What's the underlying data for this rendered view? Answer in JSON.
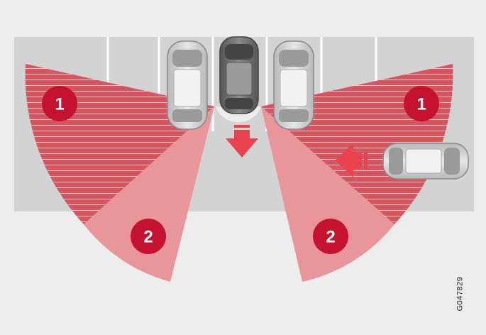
{
  "zones": [
    {
      "id": "zone-1-left",
      "label": "1"
    },
    {
      "id": "zone-1-right",
      "label": "1"
    },
    {
      "id": "zone-2-left",
      "label": "2"
    },
    {
      "id": "zone-2-right",
      "label": "2"
    }
  ],
  "figure_code": "G047829",
  "colors": {
    "background": "#ededed",
    "parking_lot": "#d3d3d3",
    "zone_1_fill": "#d9545e",
    "zone_2_fill": "#e8969a",
    "badge": "#c41230",
    "arrow": "#e8434e",
    "car_light": "#cfcfcf",
    "car_dark": "#6b6b6b"
  }
}
